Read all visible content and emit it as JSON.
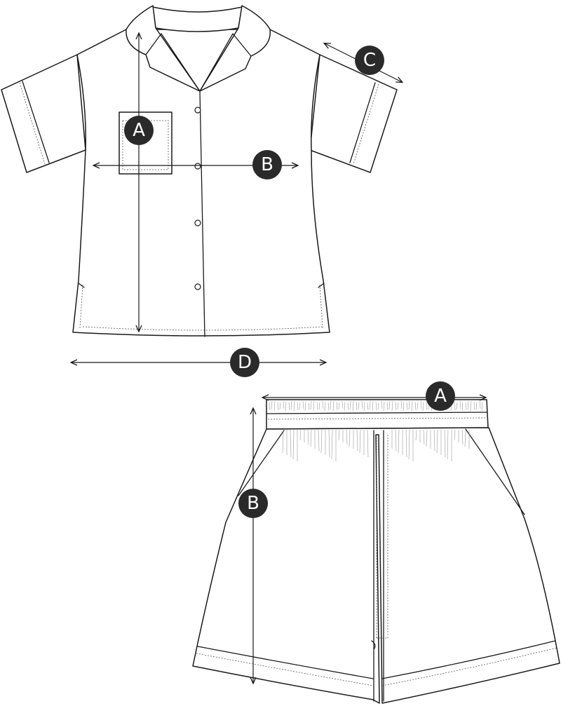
{
  "colors": {
    "line": "#1a1a1a",
    "badge_fill": "#2a2a2a",
    "badge_text": "#ffffff",
    "gathers": "#9a9a9a"
  },
  "shirt": {
    "labels": {
      "length": "A",
      "chest": "B",
      "sleeve": "C",
      "hem": "D"
    }
  },
  "shorts": {
    "labels": {
      "waist": "A",
      "length": "B"
    }
  }
}
